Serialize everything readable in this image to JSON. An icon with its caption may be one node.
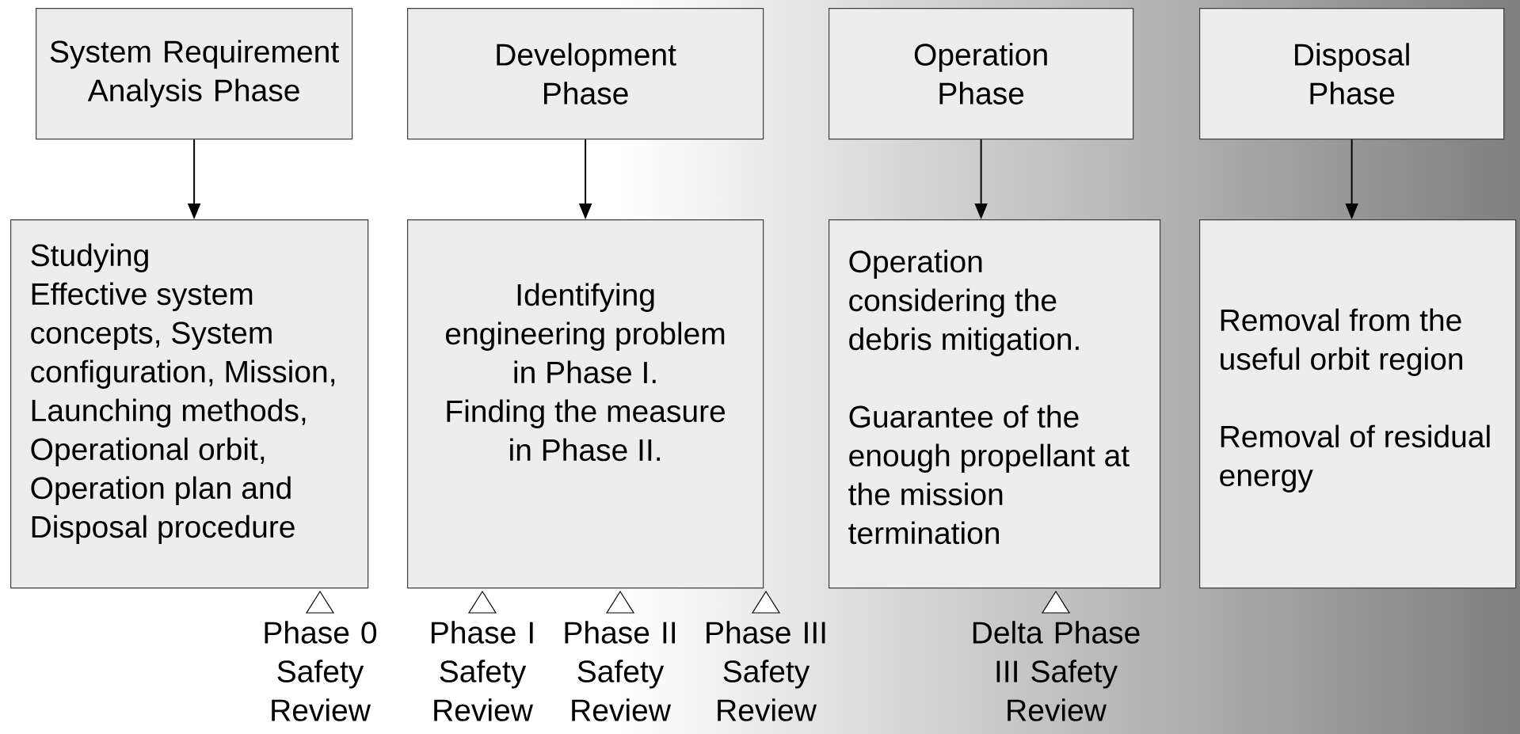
{
  "diagram": {
    "nodes": [
      {
        "text": [
          "System Requirement Analysis Phase"
        ]
      },
      {
        "text": [
          "Development Phase"
        ]
      },
      {
        "text": [
          "Operation Phase"
        ]
      },
      {
        "text": [
          "Disposal Phase"
        ]
      },
      {
        "text": [
          "Studying",
          "Effective system concepts, System configuration, Mission, Launching methods, Operational orbit, Operation plan and Disposal procedure"
        ]
      },
      {
        "text": [
          "Identifying engineering problem in Phase I.",
          "Finding the measure in Phase II."
        ]
      },
      {
        "text": [
          "Operation considering the debris mitigation.",
          "Guarantee of the enough propellant at the mission termination"
        ]
      },
      {
        "text": [
          "Removal from the useful orbit region",
          "Removal of residual energy"
        ]
      }
    ],
    "edges": [
      {
        "from": 0,
        "to": 4,
        "arrow": "to"
      },
      {
        "from": 1,
        "to": 5,
        "arrow": "to"
      },
      {
        "from": 2,
        "to": 6,
        "arrow": "to"
      },
      {
        "from": 3,
        "to": 7,
        "arrow": "to"
      }
    ],
    "labels": [
      "Phase 0 Safety Review",
      "Phase I Safety Review",
      "Phase II Safety Review",
      "Phase III Safety Review",
      "Delta Phase III Safety Review"
    ]
  }
}
